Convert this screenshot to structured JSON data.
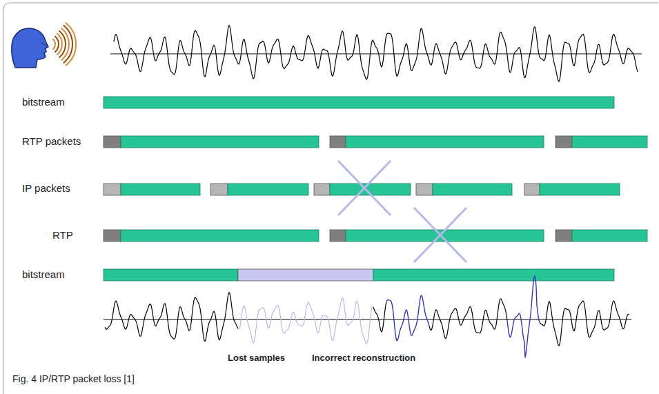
{
  "diagram": {
    "caption": "Fig. 4 IP/RTP packet loss [1]",
    "labels": [
      "bitstream",
      "RTP packets",
      "IP packets",
      "RTP",
      "bitstream",
      "Lost samples",
      "Incorrect reconstruction"
    ]
  }
}
